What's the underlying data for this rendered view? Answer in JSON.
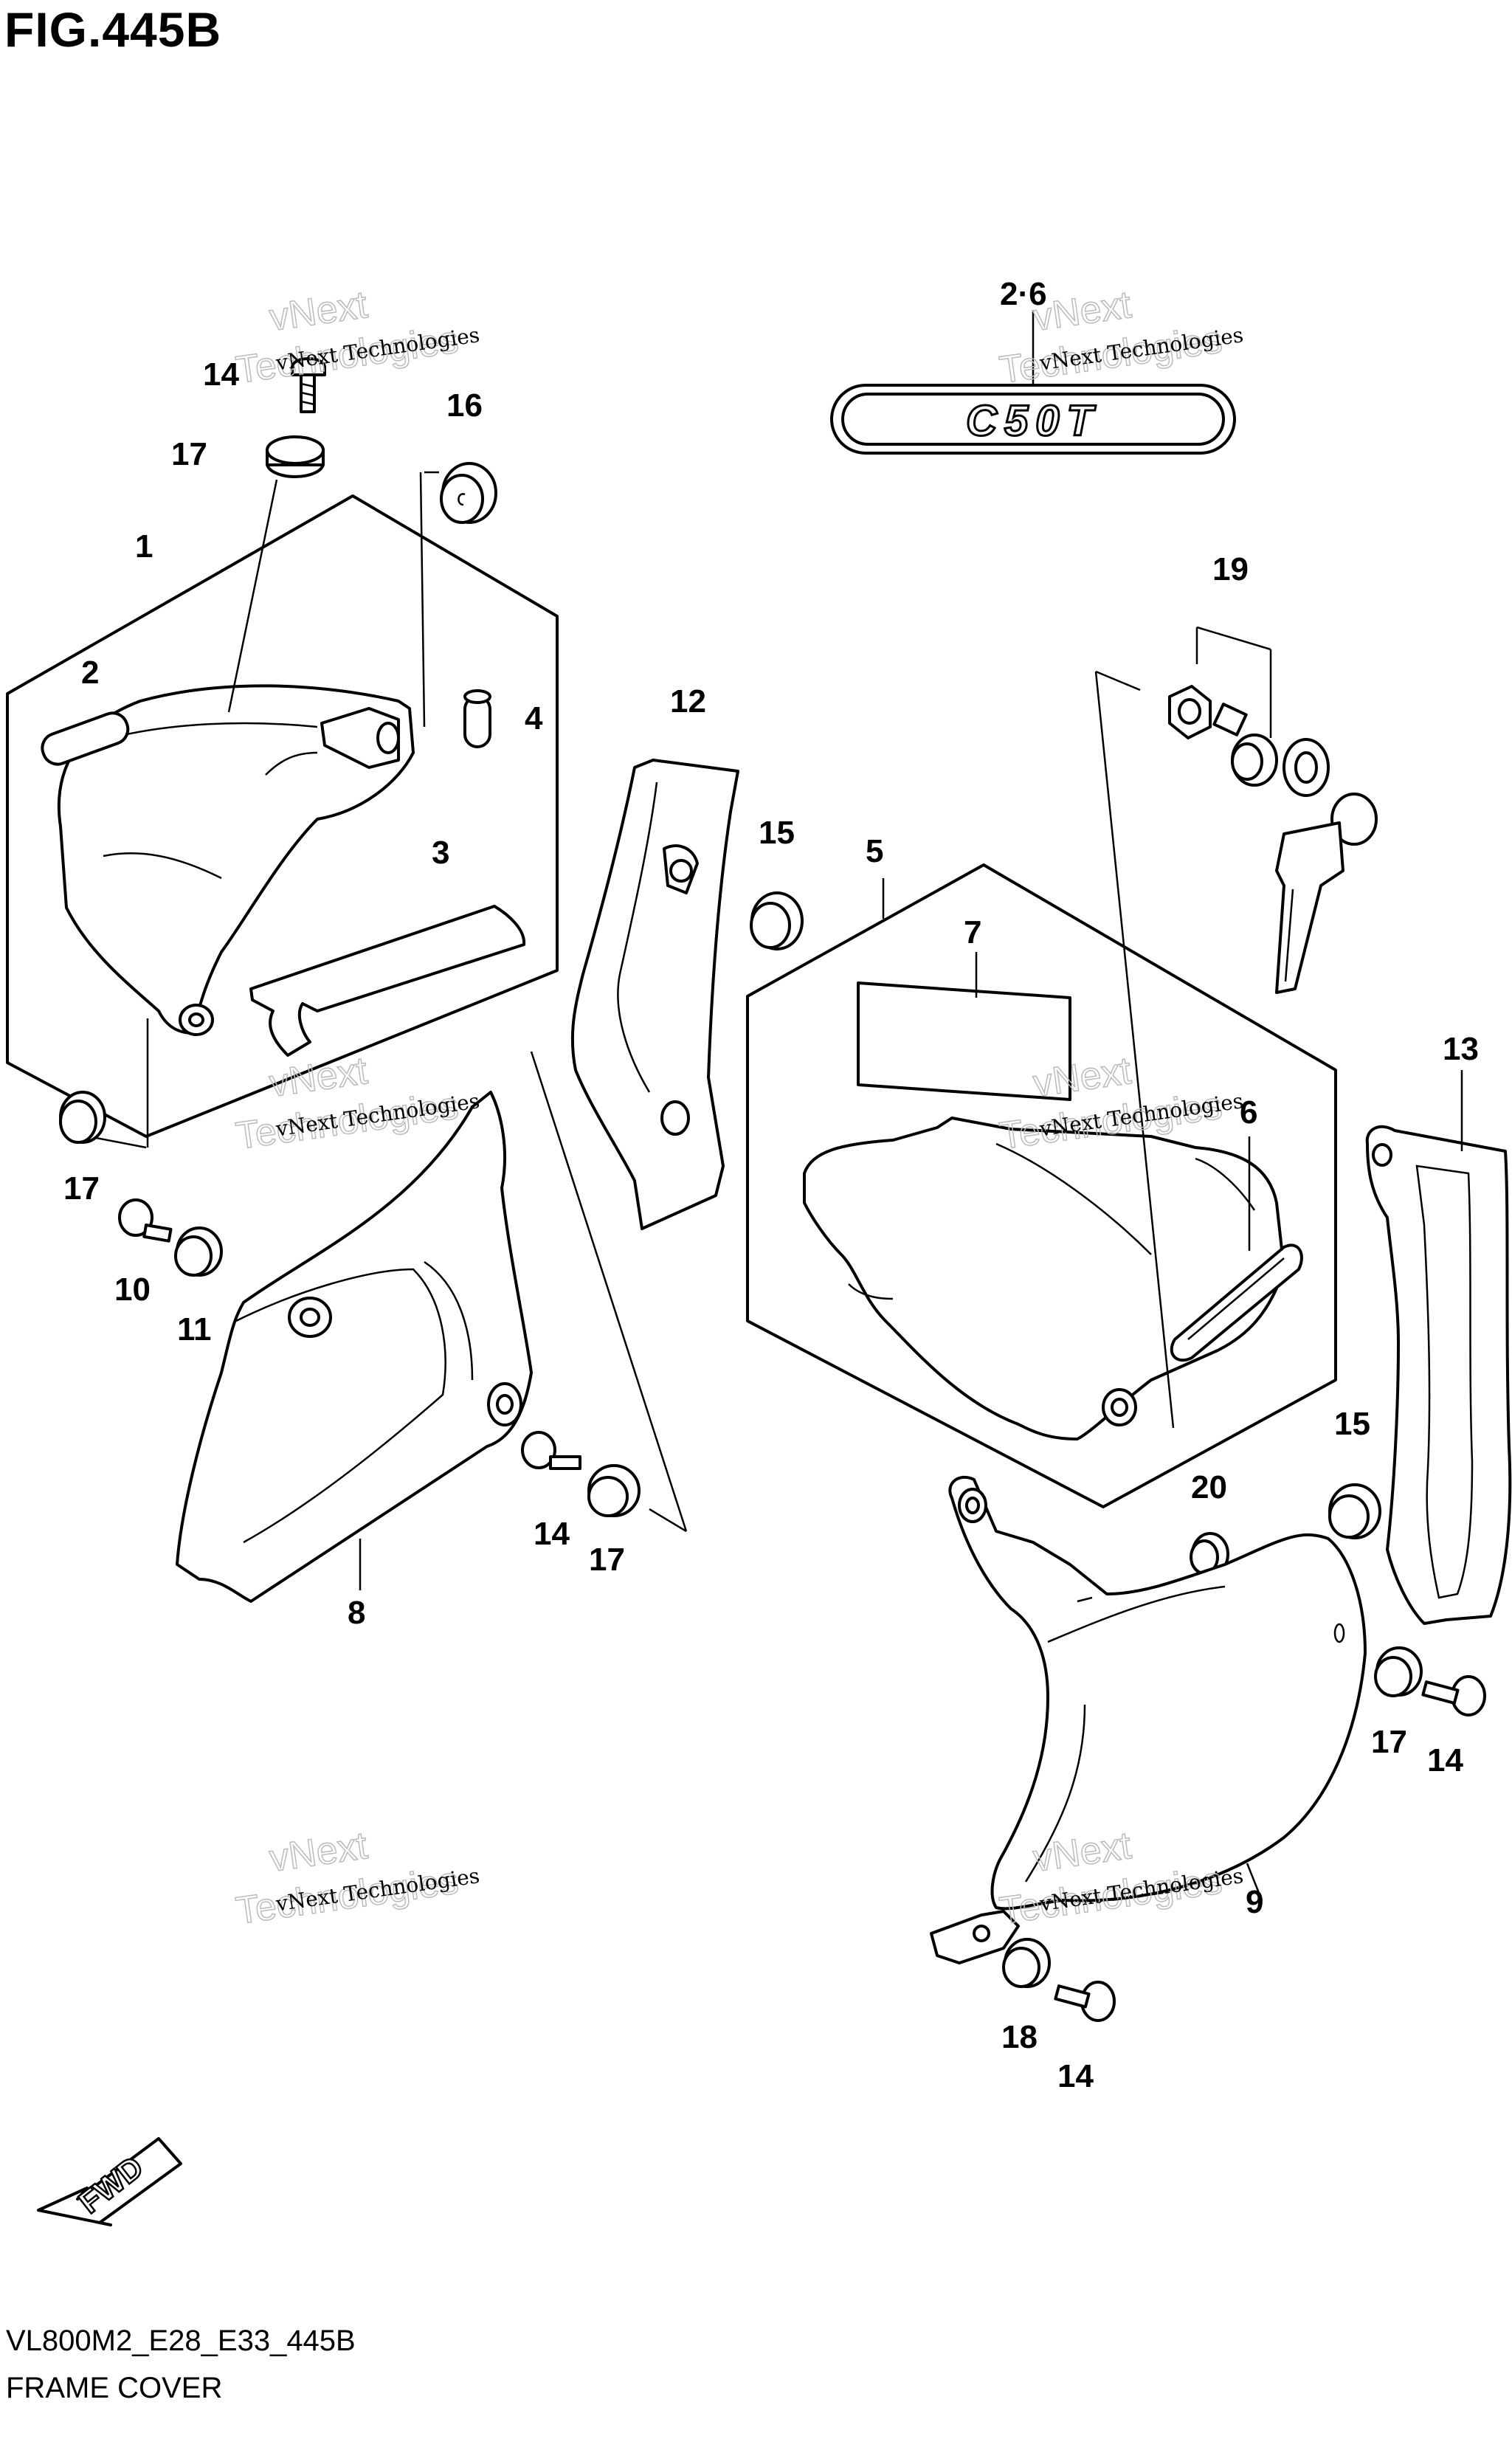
{
  "figure": {
    "title": "FIG.445B",
    "model_code": "VL800M2_E28_E33_445B",
    "section_name": "FRAME COVER"
  },
  "emblem_text": "C50T",
  "fwd_label": "FWD",
  "watermark": {
    "line1": "vNext Technologies",
    "line2": "vNext\nTechnologies"
  },
  "callouts": [
    {
      "id": "c1",
      "text": "1"
    },
    {
      "id": "c2",
      "text": "2"
    },
    {
      "id": "c3",
      "text": "3"
    },
    {
      "id": "c4",
      "text": "4"
    },
    {
      "id": "c5",
      "text": "5"
    },
    {
      "id": "c6",
      "text": "6"
    },
    {
      "id": "c7",
      "text": "7"
    },
    {
      "id": "c8",
      "text": "8"
    },
    {
      "id": "c9",
      "text": "9"
    },
    {
      "id": "c10",
      "text": "10"
    },
    {
      "id": "c11",
      "text": "11"
    },
    {
      "id": "c12",
      "text": "12"
    },
    {
      "id": "c13",
      "text": "13"
    },
    {
      "id": "c14a",
      "text": "14"
    },
    {
      "id": "c14b",
      "text": "14"
    },
    {
      "id": "c14c",
      "text": "14"
    },
    {
      "id": "c14d",
      "text": "14"
    },
    {
      "id": "c15a",
      "text": "15"
    },
    {
      "id": "c15b",
      "text": "15"
    },
    {
      "id": "c16",
      "text": "16"
    },
    {
      "id": "c17a",
      "text": "17"
    },
    {
      "id": "c17b",
      "text": "17"
    },
    {
      "id": "c17c",
      "text": "17"
    },
    {
      "id": "c17d",
      "text": "17"
    },
    {
      "id": "c18",
      "text": "18"
    },
    {
      "id": "c19",
      "text": "19"
    },
    {
      "id": "c20",
      "text": "20"
    },
    {
      "id": "c26",
      "text": "2·6"
    }
  ]
}
